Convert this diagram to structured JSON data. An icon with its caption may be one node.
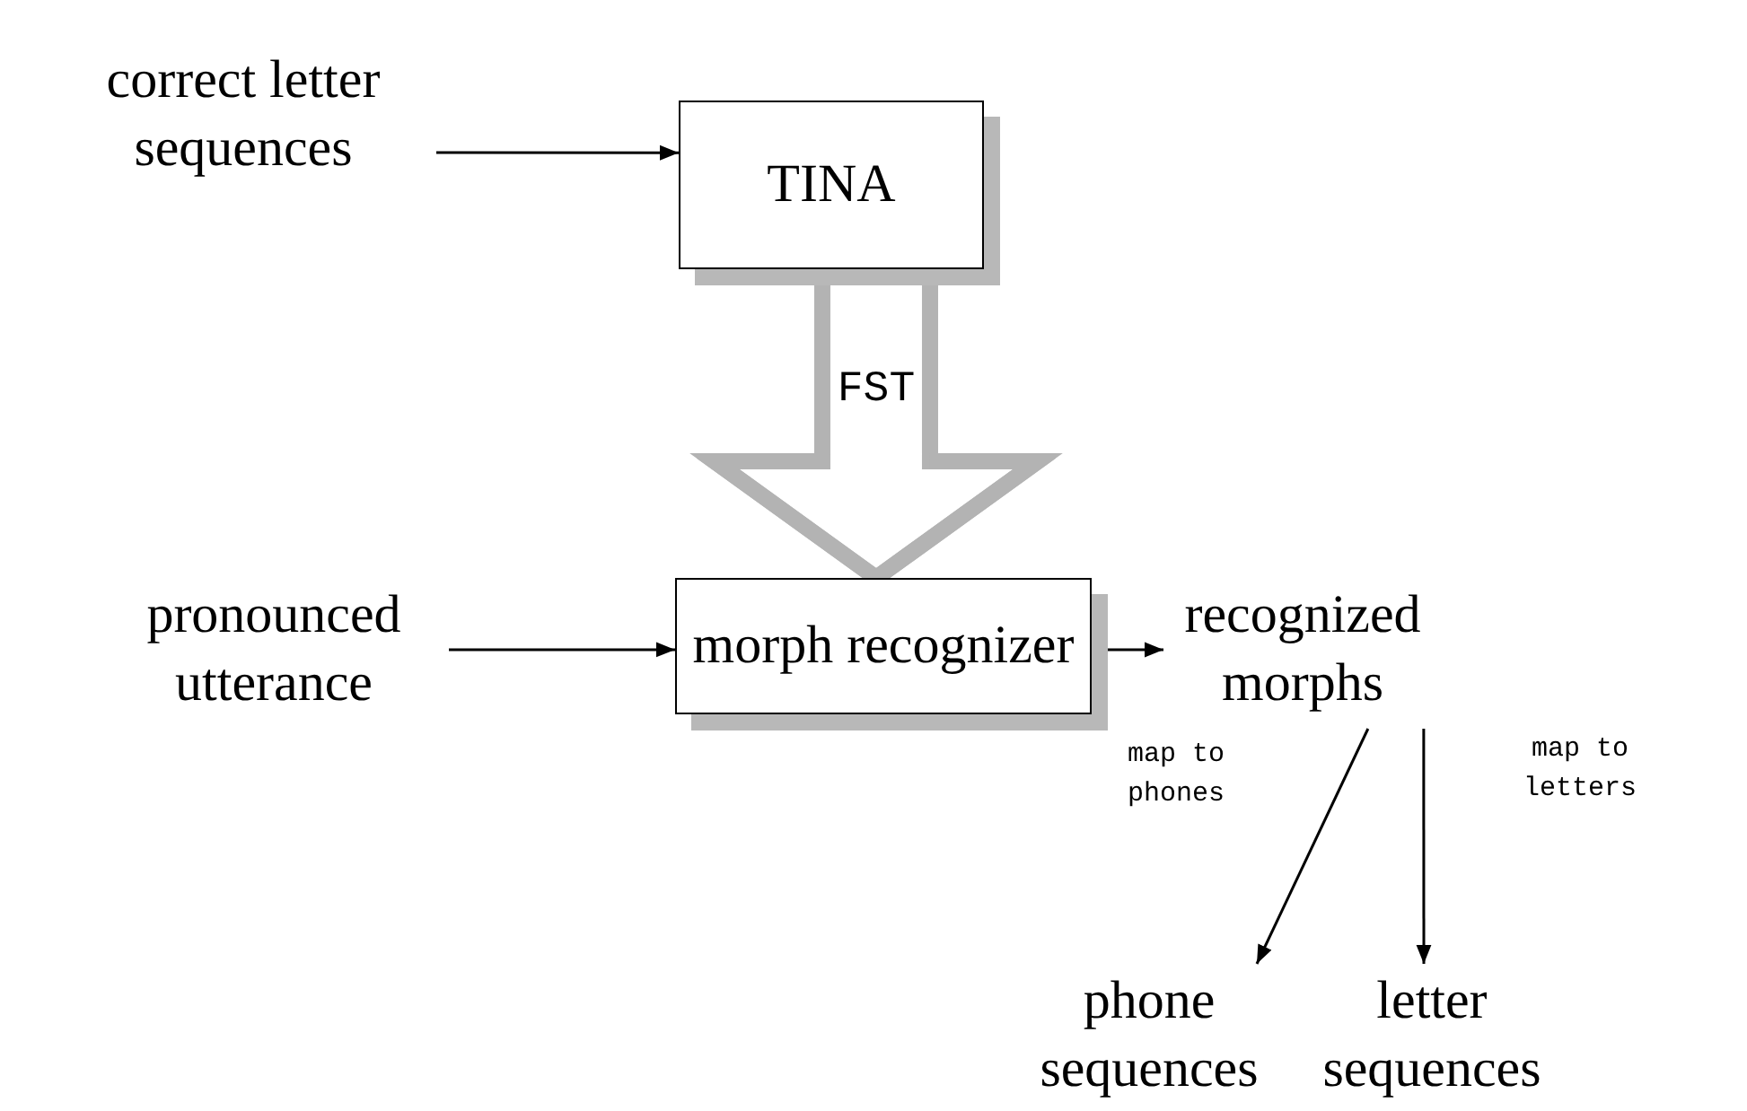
{
  "diagram": {
    "nodes": [
      {
        "text": [
          "correct letter sequences"
        ]
      },
      {
        "text": [
          "TINA"
        ]
      },
      {
        "text": [
          "pronounced utterance"
        ]
      },
      {
        "text": [
          "morph recognizer"
        ]
      },
      {
        "text": [
          "recognized morphs"
        ]
      },
      {
        "text": [
          "phone sequences"
        ]
      },
      {
        "text": [
          "letter sequences"
        ]
      }
    ],
    "edges": [
      {
        "from": 0,
        "to": 1,
        "arrow": "to"
      },
      {
        "from": 1,
        "to": 3,
        "arrow": "to",
        "label": "FST",
        "style": "thick",
        "color": "#b3b3b3"
      },
      {
        "from": 2,
        "to": 3,
        "arrow": "to"
      },
      {
        "from": 3,
        "to": 4,
        "arrow": "to"
      },
      {
        "from": 4,
        "to": 5,
        "arrow": "to",
        "label": "map to phones"
      },
      {
        "from": 4,
        "to": 6,
        "arrow": "to",
        "label": "map to letters"
      }
    ]
  }
}
